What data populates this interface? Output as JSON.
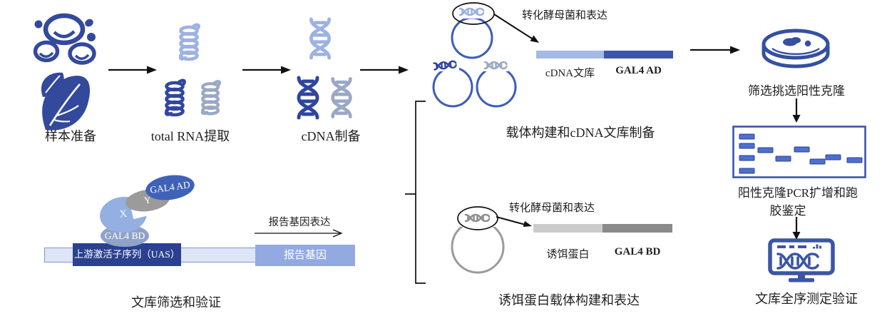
{
  "colors": {
    "primary_blue": "#33499c",
    "light_blue": "#9db2e2",
    "gray_blue": "#9aa8c4",
    "plasmid_ring_blue": "#3d5cb8",
    "bar_light_blue": "#a4b9e4",
    "bar_dark_blue": "#3c55a8",
    "navy_uas": "#2b4190",
    "reporter_box_blue": "#92aadf",
    "track_light_blue": "#dde5f6",
    "x_protein_blue": "#94afe1",
    "gal4bd_gray_blue": "#8fa3c9",
    "plasmid_ring_gray": "#9b9b9b",
    "bar_light_gray": "#cbcbcb",
    "bar_dark_gray": "#8a8a8a",
    "gel_band_blue": "#4d70cf",
    "arrow_black": "#111111"
  },
  "steps": {
    "sample": {
      "label": "样本准备"
    },
    "rna": {
      "label": "total RNA提取"
    },
    "cdna": {
      "label": "cDNA制备"
    },
    "library_vector": {
      "callout": "转化酵母菌和表达",
      "fragment_left": "cDNA文库",
      "fragment_right": "GAL4 AD",
      "label": "载体构建和cDNA文库制备"
    },
    "screening": {
      "label": "筛选挑选阳性克隆"
    },
    "pcr": {
      "line1": "阳性克隆PCR扩增和跑",
      "line2": "胶鉴定"
    },
    "sequencing": {
      "label": "文库全序测定验证"
    },
    "bait_vector": {
      "callout": "转化酵母菌和表达",
      "fragment_left": "诱饵蛋白",
      "fragment_right": "GAL4 BD",
      "label": "诱饵蛋白载体构建和表达"
    },
    "validation": {
      "gal4_ad": "GAL4 AD",
      "protein_y": "Y",
      "protein_x": "X",
      "gal4_bd": "GAL4 BD",
      "uas": "上游激活子序列（UAS）",
      "reporter_gene": "报告基因",
      "reporter_expression": "报告基因表达",
      "label": "文库筛选和验证"
    }
  }
}
